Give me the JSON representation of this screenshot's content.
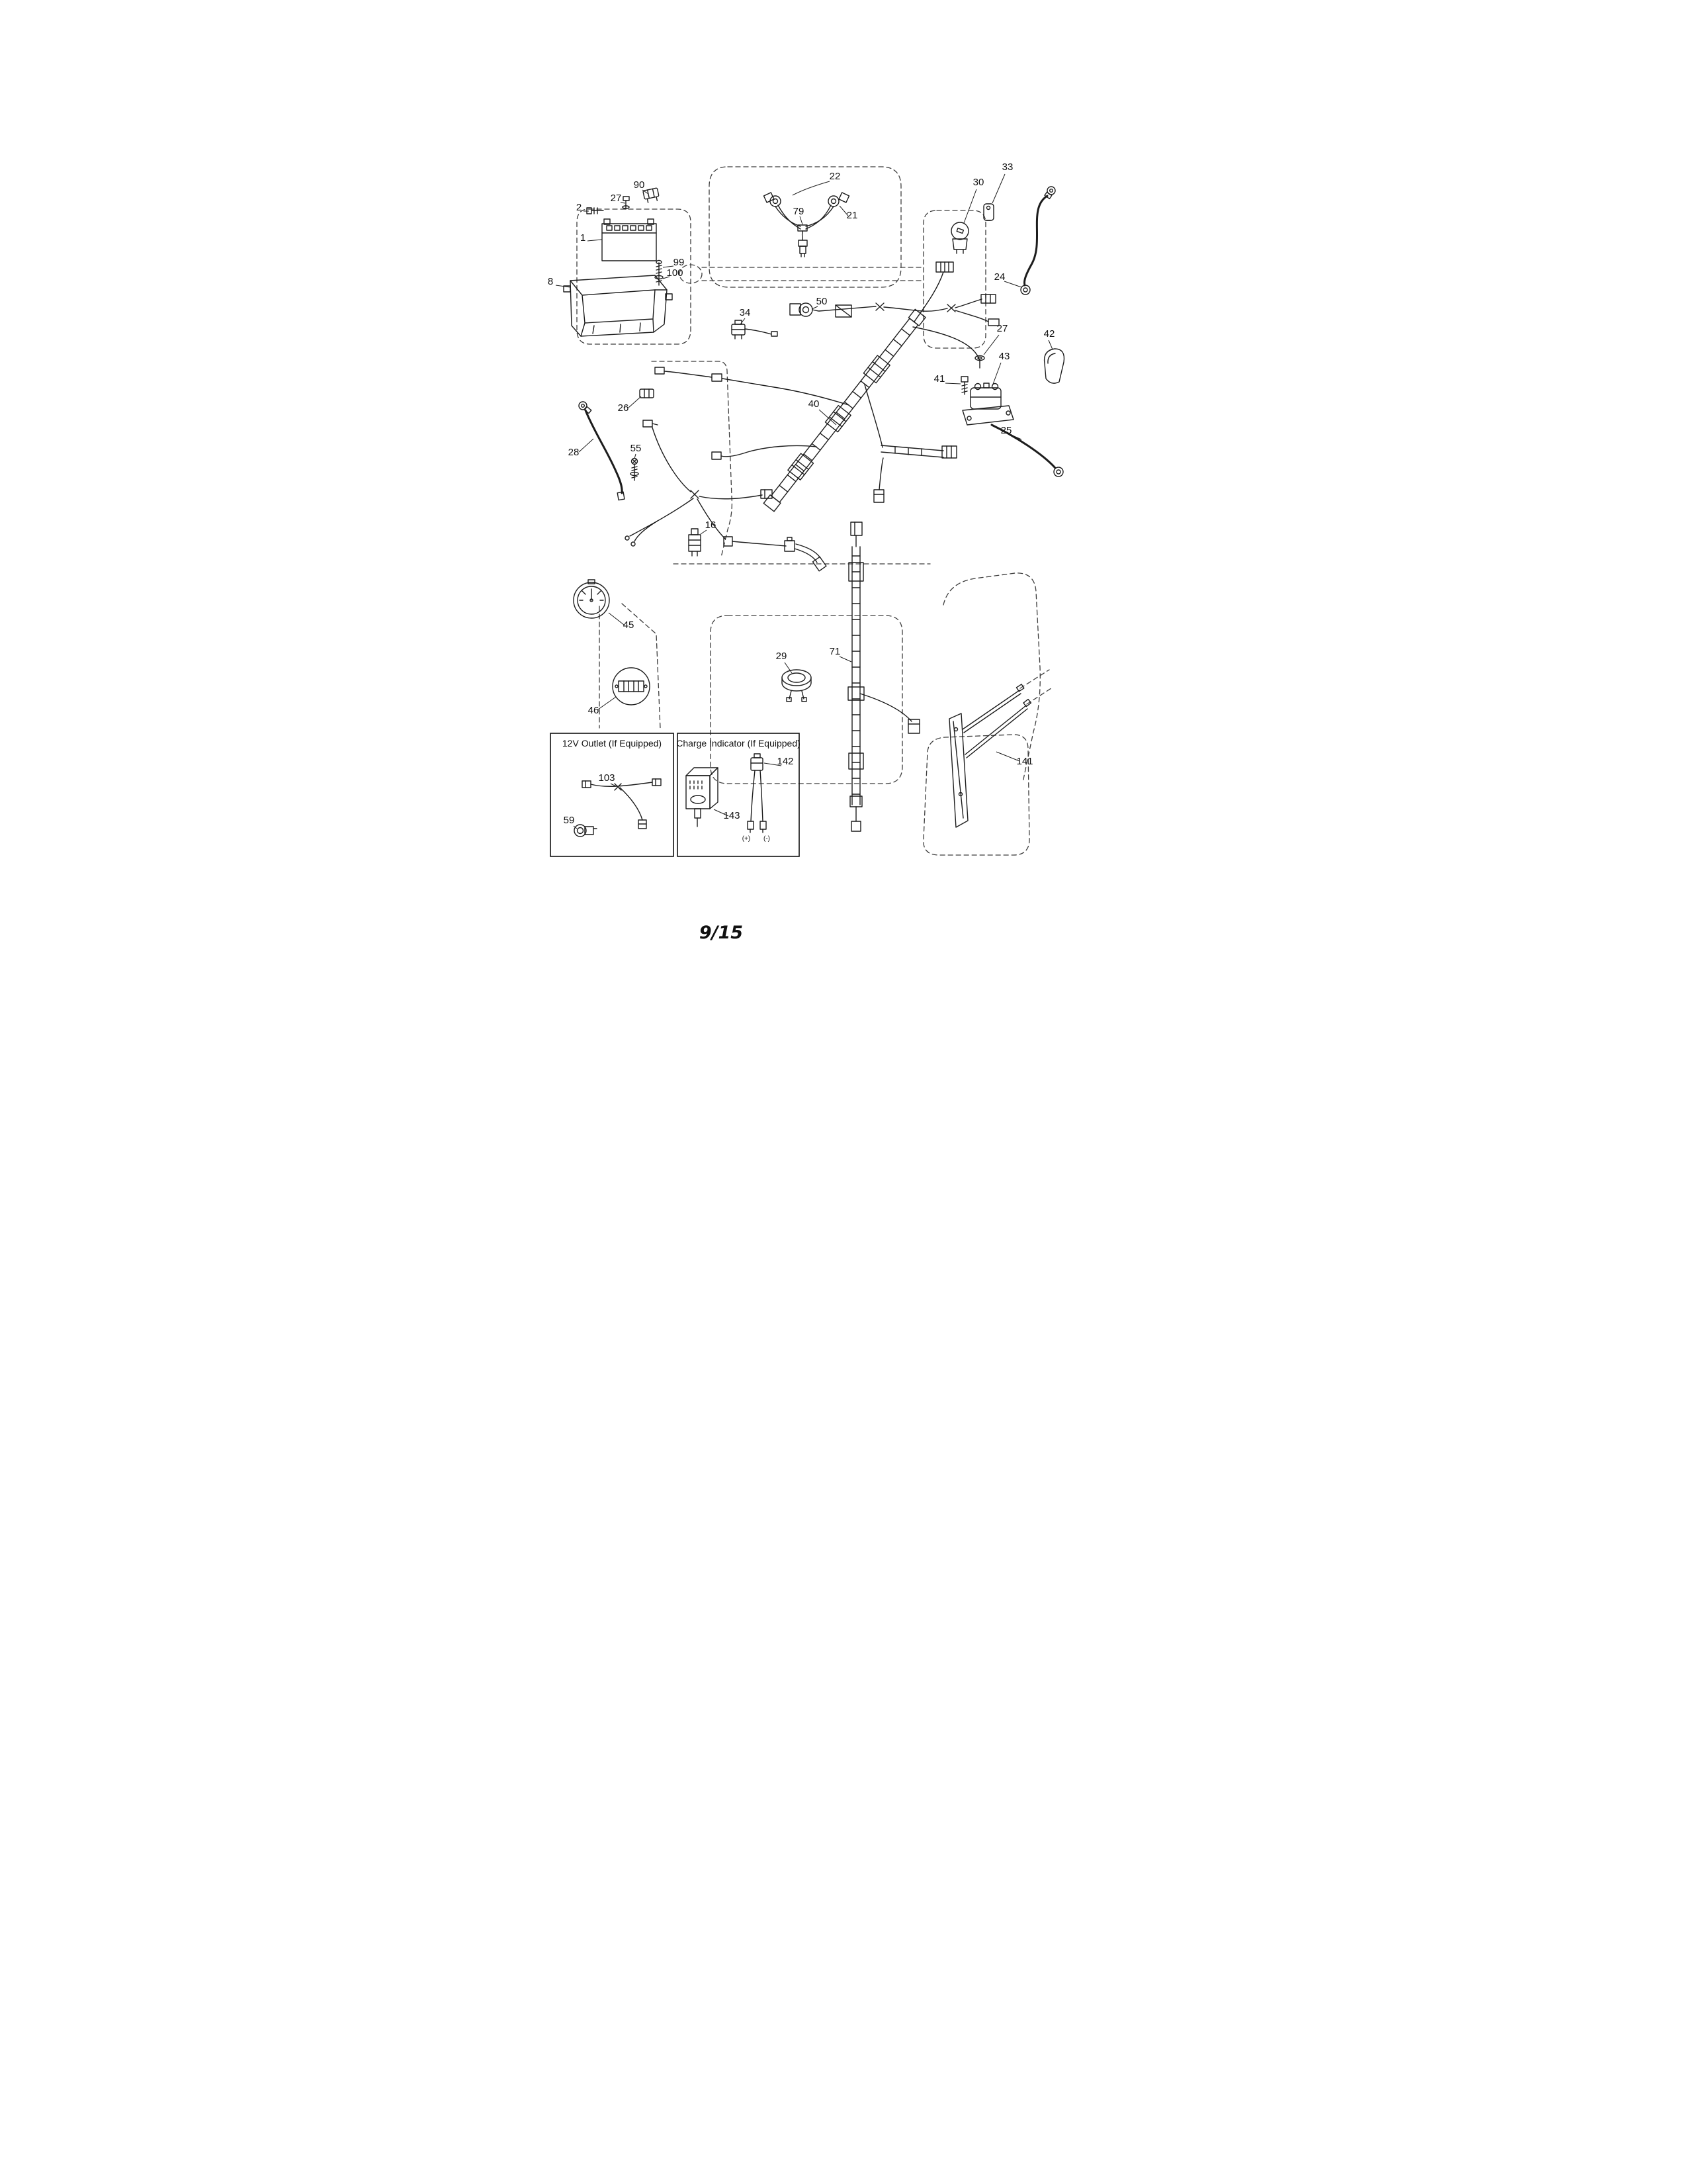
{
  "page": {
    "footer": "9/15"
  },
  "panels": {
    "outlet": {
      "title": "12V Outlet (If Equipped)"
    },
    "charge": {
      "title": "Charge Indicator (If Equipped)",
      "plus": "(+)",
      "minus": "(-)"
    }
  },
  "callouts": {
    "n90": "90",
    "n27a": "27",
    "n2": "2",
    "n1": "1",
    "n8": "8",
    "n99": "99",
    "n100": "100",
    "n22": "22",
    "n79": "79",
    "n21": "21",
    "n30": "30",
    "n33": "33",
    "n24": "24",
    "n34": "34",
    "n50": "50",
    "n27b": "27",
    "n42": "42",
    "n43": "43",
    "n41": "41",
    "n26": "26",
    "n40": "40",
    "n25": "25",
    "n28": "28",
    "n55": "55",
    "n16": "16",
    "n45": "45",
    "n46": "46",
    "n29": "29",
    "n71": "71",
    "n141": "141",
    "n103": "103",
    "n59": "59",
    "n142": "142",
    "n143": "143"
  }
}
